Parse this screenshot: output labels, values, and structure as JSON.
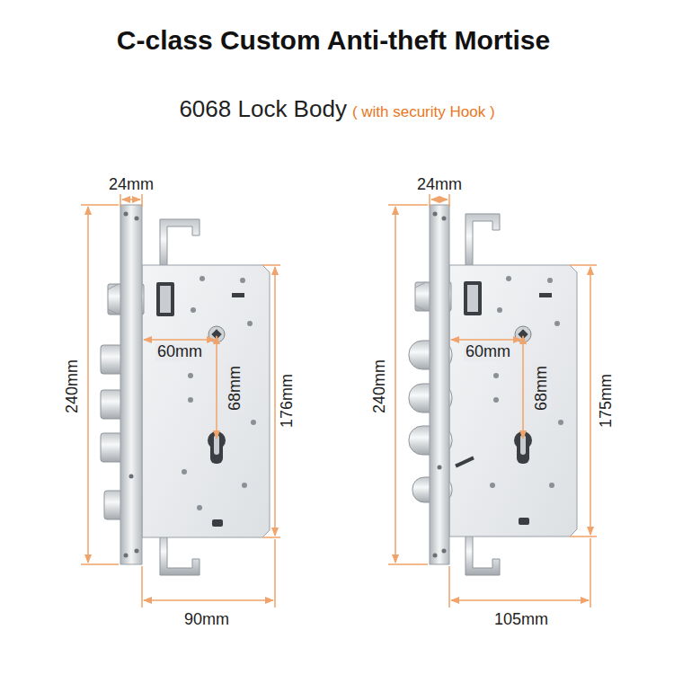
{
  "diagram": {
    "title": "C-class Custom Anti-theft Mortise",
    "labels": [
      "6068 Lock Body",
      "( with security Hook )",
      "24mm",
      "240mm",
      "60mm",
      "68mm",
      "176mm",
      "90mm",
      "24mm",
      "240mm",
      "60mm",
      "68mm",
      "175mm",
      "105mm"
    ]
  }
}
